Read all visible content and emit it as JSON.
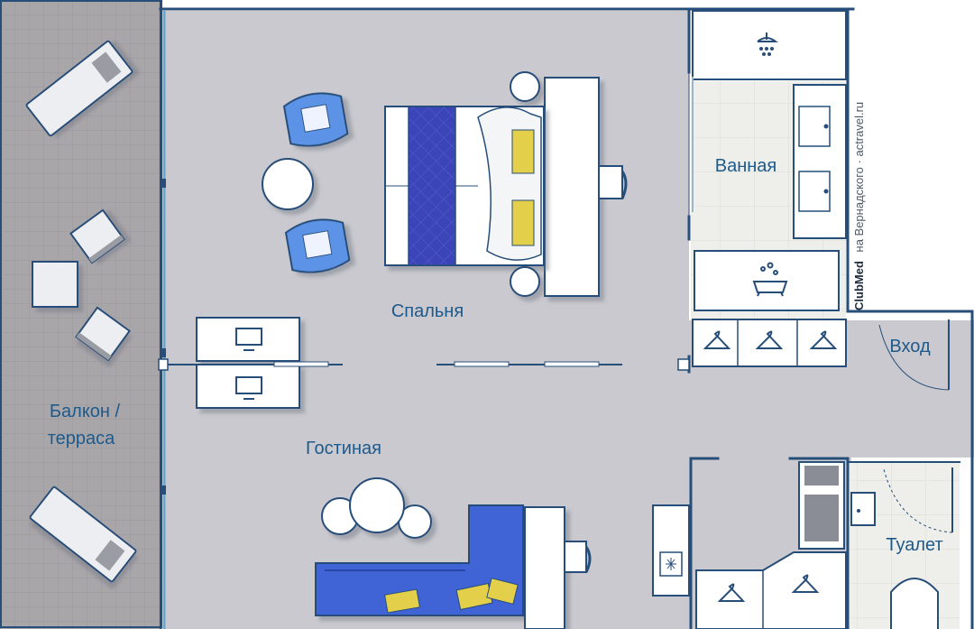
{
  "rooms": {
    "balcony": "Балкон /",
    "balcony_line2": "терраса",
    "bedroom": "Спальня",
    "living": "Гостиная",
    "bathroom": "Ванная",
    "entrance": "Вход",
    "toilet": "Туалет"
  },
  "watermark": {
    "brand": "ClubMed",
    "text": "на Вернадского · actravel.ru"
  },
  "colors": {
    "floor": "#c9c9cf",
    "balcony": "#a9a6aa",
    "wall": "#274e79",
    "bath_tile": "#eeeeea",
    "furniture_blue": "#3f63d6",
    "bed_runner": "#3a44b8",
    "accent_yellow": "#e4cf4c",
    "armchair": "#5b93e6"
  }
}
